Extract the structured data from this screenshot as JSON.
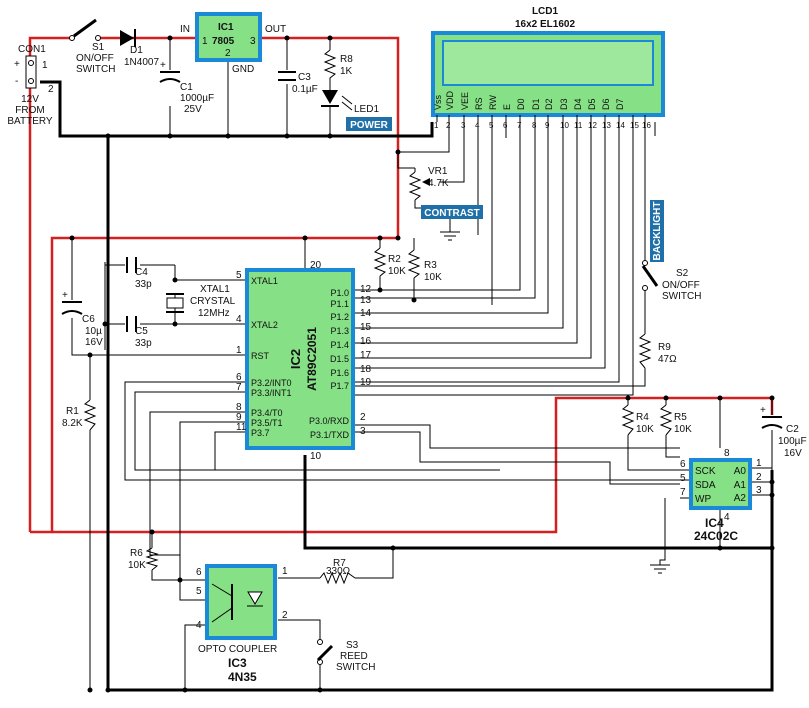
{
  "con1": {
    "name": "CON1",
    "plus": "+",
    "minus": "-",
    "pin1": "1",
    "pin2": "2",
    "desc": [
      "12V",
      "FROM",
      "BATTERY"
    ]
  },
  "s1": {
    "name": "S1",
    "desc": [
      "ON/OFF",
      "SWITCH"
    ]
  },
  "d1": {
    "name": "D1",
    "part": "1N4007"
  },
  "ic1": {
    "name": "IC1",
    "part": "7805",
    "in": "IN",
    "out": "OUT",
    "gnd": "GND",
    "p1": "1",
    "p2": "2",
    "p3": "3"
  },
  "c1": {
    "name": "C1",
    "value": "1000µF",
    "volt": "25V",
    "plus": "+"
  },
  "c3": {
    "name": "C3",
    "value": "0.1µF"
  },
  "r8": {
    "name": "R8",
    "value": "1K"
  },
  "led1": {
    "name": "LED1"
  },
  "power_badge": "POWER",
  "lcd1": {
    "name": "LCD1",
    "part": "16x2 EL1602",
    "pin_labels": [
      "Vss",
      "VDD",
      "VEE",
      "RS",
      "RW",
      "E",
      "D0",
      "D1",
      "D2",
      "D3",
      "D4",
      "D5",
      "D6",
      "D7"
    ],
    "pin_numbers": [
      "1",
      "2",
      "3",
      "4",
      "5",
      "6",
      "7",
      "8",
      "9",
      "10",
      "11",
      "12",
      "13",
      "14",
      "15",
      "16"
    ]
  },
  "vr1": {
    "name": "VR1",
    "value": "4.7K"
  },
  "contrast_badge": "CONTRAST",
  "backlight_badge": "BACKLIGHT",
  "s2": {
    "name": "S2",
    "desc": [
      "ON/OFF",
      "SWITCH"
    ]
  },
  "r9": {
    "name": "R9",
    "value": "47Ω"
  },
  "r2": {
    "name": "R2",
    "value": "10K"
  },
  "r3": {
    "name": "R3",
    "value": "10K"
  },
  "c4": {
    "name": "C4",
    "value": "33p"
  },
  "c5": {
    "name": "C5",
    "value": "33p"
  },
  "xtal1": {
    "name": "XTAL1",
    "desc": "CRYSTAL",
    "freq": "12MHz"
  },
  "c6": {
    "name": "C6",
    "value": "10µ",
    "volt": "16V",
    "plus": "+"
  },
  "r1": {
    "name": "R1",
    "value": "8.2K"
  },
  "ic2": {
    "name": "IC2",
    "part": "AT89C2051",
    "pin_top": "20",
    "pin_bottom": "10",
    "left_pins": [
      {
        "num": "5",
        "label": "XTAL1"
      },
      {
        "num": "4",
        "label": "XTAL2"
      },
      {
        "num": "1",
        "label": "RST"
      },
      {
        "num": "6",
        "label": "P3.2/INT0"
      },
      {
        "num": "7",
        "label": "P3.3/INT1"
      },
      {
        "num": "8",
        "label": "P3.4/T0"
      },
      {
        "num": "9",
        "label": "P3.5/T1"
      },
      {
        "num": "11",
        "label": "P3.7"
      }
    ],
    "right_pins": [
      {
        "num": "12",
        "label": "P1.0"
      },
      {
        "num": "13",
        "label": "P1.1"
      },
      {
        "num": "14",
        "label": "P1.2"
      },
      {
        "num": "15",
        "label": "P1.3"
      },
      {
        "num": "16",
        "label": "P1.4"
      },
      {
        "num": "17",
        "label": "D1.5"
      },
      {
        "num": "18",
        "label": "P1.6"
      },
      {
        "num": "19",
        "label": "P1.7"
      },
      {
        "num": "2",
        "label": "P3.0/RXD"
      },
      {
        "num": "3",
        "label": "P3.1/TXD"
      }
    ]
  },
  "r4": {
    "name": "R4",
    "value": "10K"
  },
  "r5": {
    "name": "R5",
    "value": "10K"
  },
  "c2": {
    "name": "C2",
    "value": "100µF",
    "volt": "16V",
    "plus": "+"
  },
  "ic4": {
    "name": "IC4",
    "part": "24C02C",
    "left_pins": [
      {
        "num": "6",
        "label": "SCK"
      },
      {
        "num": "5",
        "label": "SDA"
      },
      {
        "num": "7",
        "label": "WP"
      }
    ],
    "right_pins": [
      {
        "num": "1",
        "label": "A0"
      },
      {
        "num": "2",
        "label": "A1"
      },
      {
        "num": "3",
        "label": "A2"
      }
    ],
    "pin_top": "8",
    "pin_bottom": "4"
  },
  "r6": {
    "name": "R6",
    "value": "10K"
  },
  "r7": {
    "name": "R7",
    "value": "330Ω"
  },
  "ic3": {
    "name": "IC3",
    "part": "4N35",
    "desc": "OPTO COUPLER",
    "p1": "1",
    "p2": "2",
    "p4": "4",
    "p5": "5",
    "p6": "6"
  },
  "s3": {
    "name": "S3",
    "desc": [
      "REED",
      "SWITCH"
    ]
  }
}
